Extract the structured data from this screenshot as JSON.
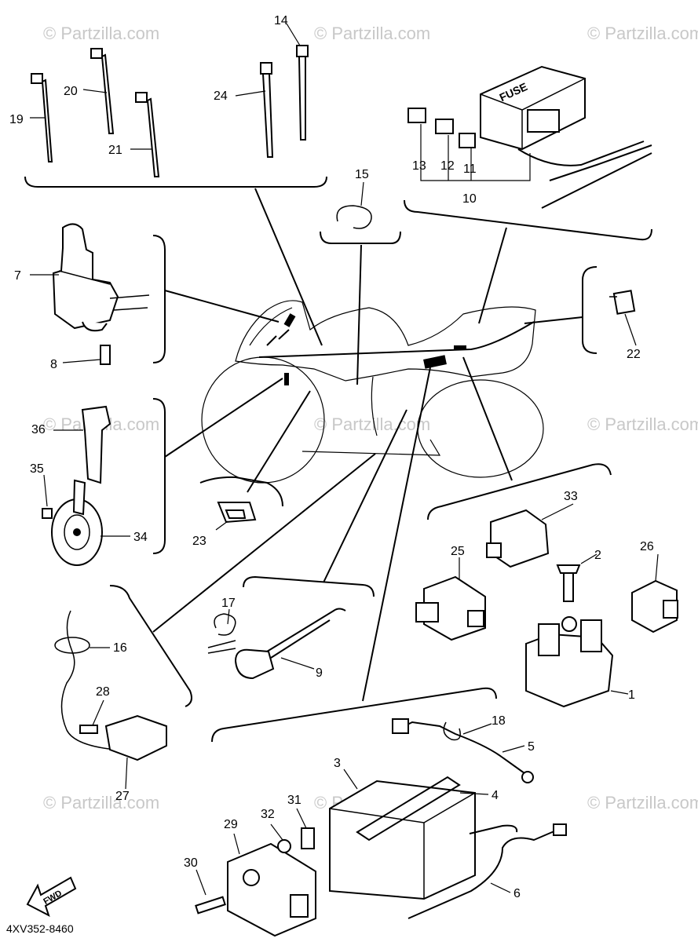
{
  "watermark": {
    "text": "© Partzilla.com"
  },
  "diagram_code": "4XV352-8460",
  "fwd_label": "FWD",
  "fuse_box_label": "FUSE",
  "callouts": {
    "c1": "1",
    "c2": "2",
    "c3": "3",
    "c4": "4",
    "c5": "5",
    "c6": "6",
    "c7": "7",
    "c8": "8",
    "c9": "9",
    "c10": "10",
    "c11": "11",
    "c12": "12",
    "c13": "13",
    "c14": "14",
    "c15": "15",
    "c16": "16",
    "c17": "17",
    "c18": "18",
    "c19": "19",
    "c20": "20",
    "c21": "21",
    "c22": "22",
    "c23": "23",
    "c24": "24",
    "c25": "25",
    "c26": "26",
    "c27": "27",
    "c28": "28",
    "c29": "29",
    "c30": "30",
    "c31": "31",
    "c32": "32",
    "c33": "33",
    "c34": "34",
    "c35": "35",
    "c36": "36"
  }
}
